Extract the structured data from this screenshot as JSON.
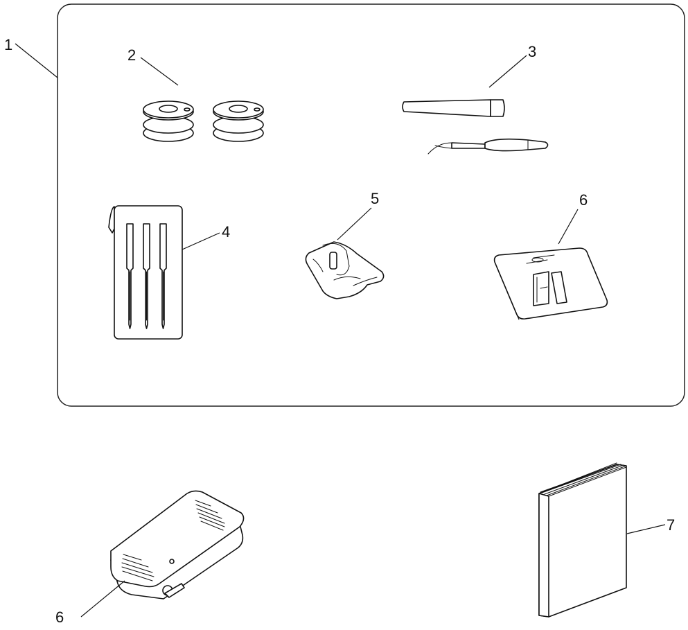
{
  "callouts": {
    "c1": "1",
    "c2": "2",
    "c3": "3",
    "c4": "4",
    "c5": "5",
    "c6_plate": "6",
    "c6_pedal": "6",
    "c7": "7"
  }
}
